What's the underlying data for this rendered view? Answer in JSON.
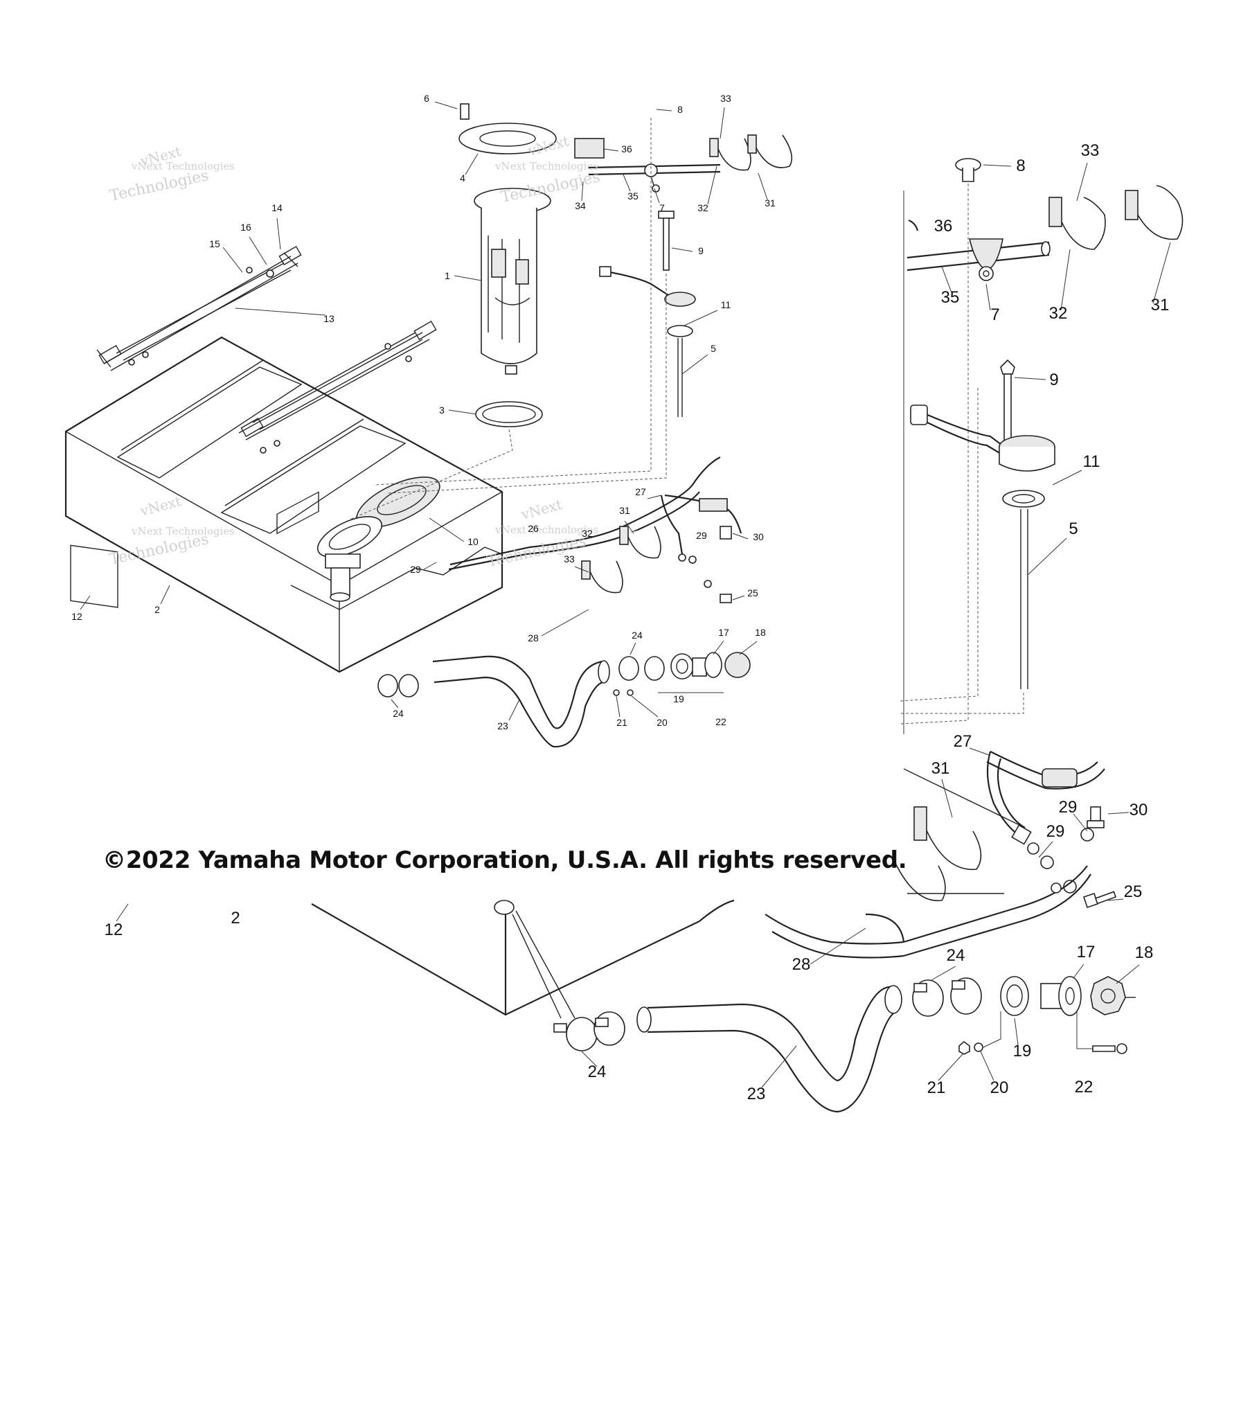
{
  "copyright": "©2022 Yamaha Motor Corporation, U.S.A. All rights reserved.",
  "watermarks": [
    "vNext",
    "vNext Technologies",
    "Technologies"
  ],
  "overview_labels": [
    "1",
    "2",
    "3",
    "4",
    "5",
    "6",
    "7",
    "8",
    "9",
    "10",
    "11",
    "12",
    "13",
    "14",
    "15",
    "16",
    "17",
    "18",
    "19",
    "20",
    "21",
    "22",
    "23",
    "24",
    "24",
    "25",
    "26",
    "27",
    "28",
    "29",
    "29",
    "30",
    "31",
    "31",
    "32",
    "32",
    "33",
    "33",
    "34",
    "35",
    "36"
  ],
  "detail_labels": [
    "2",
    "5",
    "7",
    "8",
    "9",
    "11",
    "12",
    "17",
    "18",
    "19",
    "20",
    "21",
    "22",
    "23",
    "24",
    "24",
    "25",
    "27",
    "28",
    "29",
    "29",
    "30",
    "31",
    "31",
    "32",
    "33",
    "35",
    "36"
  ]
}
